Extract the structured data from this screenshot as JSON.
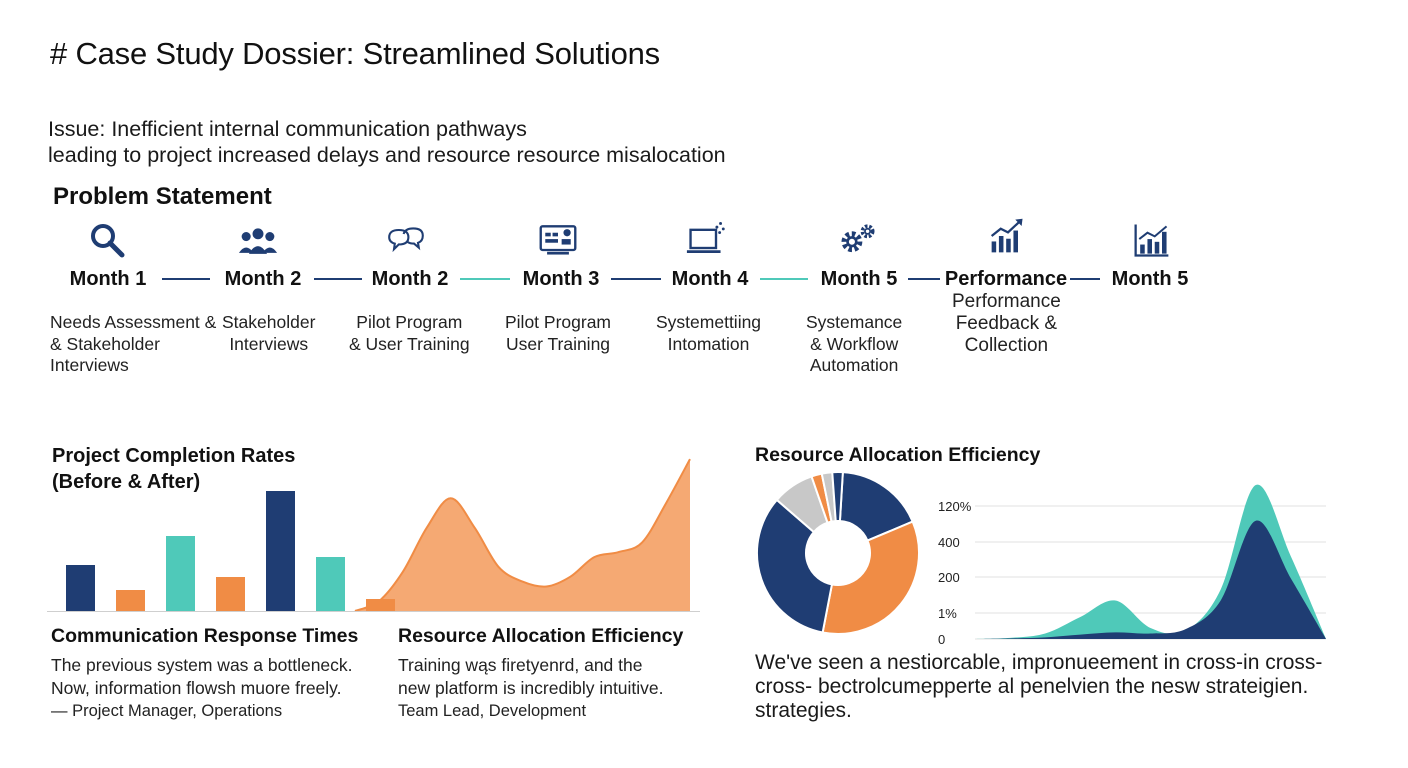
{
  "title": "# Case Study Dossier: Streamlined Solutions",
  "issue": {
    "line1": "Issue: Inefficient internal communication pathways",
    "line2": "leading to project increased delays and resource  resource misalocation"
  },
  "problem_statement": "Problem Statement",
  "timeline": [
    {
      "label": "Month 1",
      "icon": "search-icon",
      "desc": [
        "Needs Assessment &",
        "& Stakeholder",
        "Interviews"
      ]
    },
    {
      "label": "Month 2",
      "icon": "team-icon",
      "desc": [
        "Stakeholder",
        "Interviews"
      ]
    },
    {
      "label": "Month 2",
      "icon": "chat-bubbles-icon",
      "desc": [
        "Pilot Program",
        "& User Training"
      ]
    },
    {
      "label": "Month 3",
      "icon": "dashboard-icon",
      "desc": [
        "Pilot Program",
        "User Training"
      ]
    },
    {
      "label": "Month 4",
      "icon": "laptop-icon",
      "desc": [
        "Systemettiing",
        "Intomation"
      ]
    },
    {
      "label": "Month 5",
      "icon": "gears-icon",
      "desc": [
        "Systemance",
        "& Workflow",
        "Automation"
      ]
    },
    {
      "label": "Performance",
      "icon": "growth-chart-icon",
      "desc": [
        "Performance",
        "Feedback &",
        "Collection"
      ]
    },
    {
      "label": "Month 5",
      "icon": "bar-chart-icon",
      "desc": []
    }
  ],
  "colors": {
    "navy": "#1f3d73",
    "teal": "#4fc9b9",
    "orange": "#f08c45",
    "gray": "#c8c8c8",
    "connector_dark": "#1f3d73",
    "connector_teal": "#4fc9b9"
  },
  "chart_data": [
    {
      "type": "bar",
      "title": "Project Completion Rates",
      "subtitle": "(Before & After)",
      "categories": [
        "",
        "",
        "",
        "",
        "",
        "",
        ""
      ],
      "values": [
        46,
        21,
        75,
        34,
        120,
        54,
        12
      ],
      "colors": [
        "#1f3d73",
        "#f08c45",
        "#4fc9b9",
        "#f08c45",
        "#1f3d73",
        "#4fc9b9",
        "#f08c45"
      ],
      "overlay_area": {
        "x": [
          0,
          1,
          2,
          3,
          4,
          5,
          6,
          7,
          8,
          9,
          10,
          11,
          12,
          13,
          14
        ],
        "y": [
          0,
          10,
          40,
          85,
          115,
          85,
          45,
          30,
          25,
          35,
          55,
          60,
          70,
          110,
          155
        ]
      }
    },
    {
      "type": "pie",
      "title": "Resource Allocation Efficiency",
      "labels": [
        "",
        "",
        "",
        "",
        "",
        "",
        ""
      ],
      "values": [
        17,
        33,
        32,
        8,
        2,
        2,
        2
      ],
      "colors": [
        "#1f3d73",
        "#f08c45",
        "#1f3d73",
        "#c8c8c8",
        "#f08c45",
        "#c8c8c8",
        "#1f3d73"
      ],
      "donut": true
    },
    {
      "type": "area",
      "yticks": [
        "0",
        "1%",
        "200",
        "400",
        "120%"
      ],
      "series": [
        {
          "color": "#4fc9b9",
          "x": [
            0,
            1,
            2,
            3,
            4,
            5,
            6,
            7,
            8,
            9,
            10
          ],
          "y": [
            0,
            2,
            10,
            40,
            70,
            20,
            15,
            90,
            280,
            150,
            0
          ]
        },
        {
          "color": "#1f3d73",
          "x": [
            0,
            1,
            2,
            3,
            4,
            5,
            6,
            7,
            8,
            9,
            10
          ],
          "y": [
            0,
            1,
            3,
            8,
            12,
            10,
            18,
            70,
            215,
            110,
            0
          ]
        }
      ]
    }
  ],
  "quotes": {
    "left_heading": "Communication Response Times",
    "left_lines": [
      "The previous system was a bottleneck.",
      "Now, information flowsh muore freely."
    ],
    "left_attr": "— Project Manager, Operations",
    "mid_heading": "Resource Allocation Efficiency",
    "mid_lines": [
      "Training wąs firetyenrd, and the",
      "new platform is incredibly intuitive."
    ],
    "mid_attr": "Team Lead, Development",
    "right_lines": [
      "We've seen a nestiorcable, impronueement in cross-in cross-",
      "cross- bectrolcumepperte al penelvien the nesw strateigien.",
      "strategies."
    ]
  }
}
